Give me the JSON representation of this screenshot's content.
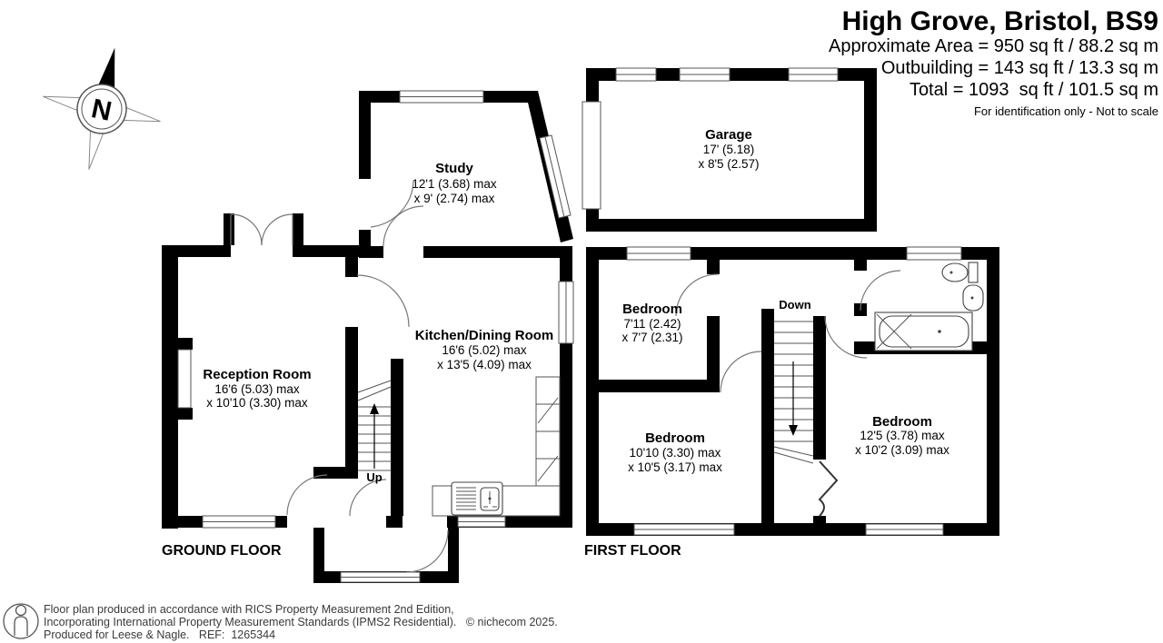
{
  "header": {
    "title": "High Grove, Bristol, BS9",
    "area_line": "Approximate Area = 950 sq ft / 88.2 sq m",
    "outbuilding_line": "Outbuilding = 143 sq ft / 13.3 sq m",
    "total_line": "Total = 1093  sq ft / 101.5 sq m",
    "disclaimer": "For identification only - Not to scale"
  },
  "compass": {
    "label": "N"
  },
  "ground_floor": {
    "label": "GROUND FLOOR",
    "stairs_label": "Up",
    "study": {
      "name": "Study",
      "dim1": "12'1 (3.68) max",
      "dim2": "x 9' (2.74) max"
    },
    "reception": {
      "name": "Reception Room",
      "dim1": "16'6 (5.03) max",
      "dim2": "x 10'10 (3.30) max"
    },
    "kitchen": {
      "name": "Kitchen/Dining Room",
      "dim1": "16'6 (5.02) max",
      "dim2": "x 13'5 (4.09) max"
    }
  },
  "outbuilding": {
    "garage": {
      "name": "Garage",
      "dim1": "17' (5.18)",
      "dim2": "x 8'5 (2.57)"
    }
  },
  "first_floor": {
    "label": "FIRST FLOOR",
    "stairs_label": "Down",
    "bedroom1": {
      "name": "Bedroom",
      "dim1": "7'11 (2.42)",
      "dim2": "x 7'7 (2.31)"
    },
    "bedroom2": {
      "name": "Bedroom",
      "dim1": "10'10 (3.30) max",
      "dim2": "x 10'5 (3.17) max"
    },
    "bedroom3": {
      "name": "Bedroom",
      "dim1": "12'5 (3.78) max",
      "dim2": "x 10'2 (3.09) max"
    }
  },
  "footer": {
    "line1": "Floor plan produced in accordance with RICS Property Measurement 2nd Edition,",
    "line2": "Incorporating International Property Measurement Standards (IPMS2 Residential).   © nichecom 2025.",
    "line3": "Produced for Leese & Nagle.   REF:  1265344"
  },
  "colors": {
    "wall": "#000000",
    "line": "#555555",
    "footer_text": "#3a3a3a"
  }
}
